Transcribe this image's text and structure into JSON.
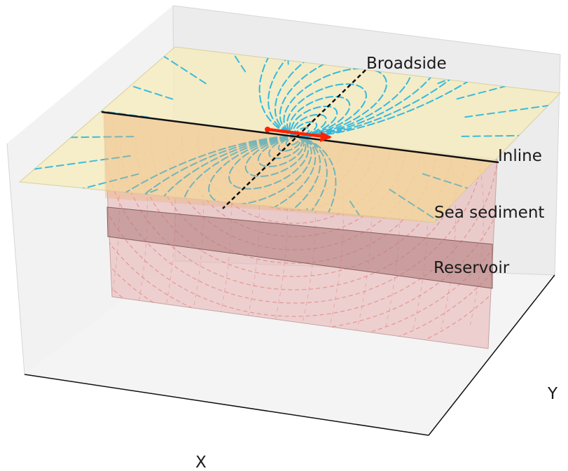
{
  "labels": {
    "broadside": "Broadside",
    "inline": "Inline",
    "sea_sediment": "Sea sediment",
    "reservoir": "Reservoir",
    "x_axis": "X",
    "y_axis": "Y"
  },
  "colors": {
    "pane_back": "#ececec",
    "pane_left": "#f2f2f2",
    "pane_floor": "#f4f4f4",
    "sea_surface": "#f5ecbd",
    "section_fill": "#e8b0b0",
    "sediment_band": "#b07a7a",
    "surface_field_lines": "#29b6e0",
    "section_field_lines": "#e07070",
    "transmitter_arrow": "#ff2200",
    "axis_line": "#111111"
  },
  "icons": {
    "transmitter": "dipole-arrow-icon"
  }
}
